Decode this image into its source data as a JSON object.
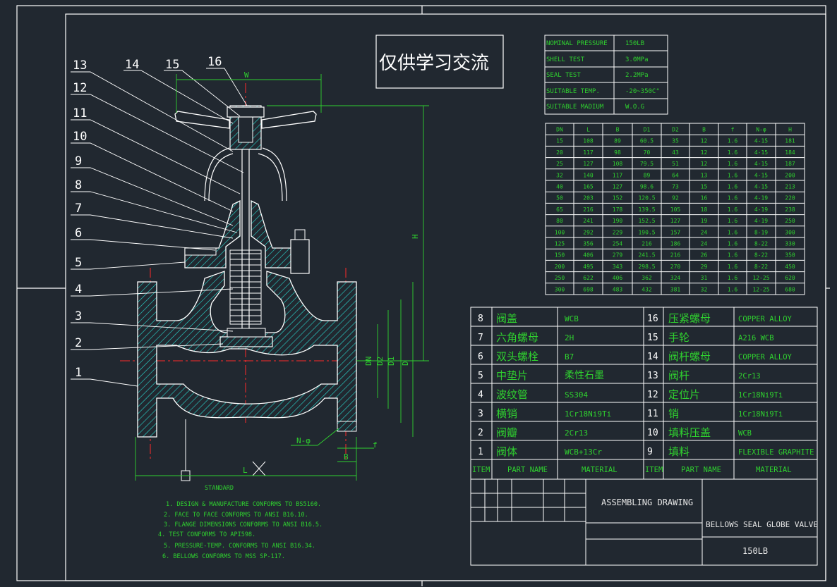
{
  "watermark": "仅供学习交流",
  "balloons": [
    "1",
    "2",
    "3",
    "4",
    "5",
    "6",
    "7",
    "8",
    "9",
    "10",
    "11",
    "12",
    "13",
    "14",
    "15",
    "16"
  ],
  "dims": {
    "W": "W",
    "H": "H",
    "L": "L",
    "B": "B",
    "f": "f",
    "D": "D",
    "D1": "D1",
    "D2": "D2",
    "DN": "DN",
    "N_phi": "N-φ"
  },
  "spec_table": [
    [
      "NOMINAL PRESSURE",
      "150LB"
    ],
    [
      "SHELL TEST",
      "3.0MPa"
    ],
    [
      "SEAL TEST",
      "2.2MPa"
    ],
    [
      "SUITABLE TEMP.",
      "-20~350C°"
    ],
    [
      "SUITABLE MADIUM",
      "W.O.G"
    ]
  ],
  "dim_table": {
    "headers": [
      "DN",
      "L",
      "B",
      "D1",
      "D2",
      "B",
      "f",
      "N-φ",
      "H"
    ],
    "rows": [
      [
        "15",
        "108",
        "89",
        "60.5",
        "35",
        "12",
        "1.6",
        "4-15",
        "181"
      ],
      [
        "20",
        "117",
        "98",
        "70",
        "43",
        "12",
        "1.6",
        "4-15",
        "184"
      ],
      [
        "25",
        "127",
        "108",
        "79.5",
        "51",
        "12",
        "1.6",
        "4-15",
        "187"
      ],
      [
        "32",
        "140",
        "117",
        "89",
        "64",
        "13",
        "1.6",
        "4-15",
        "200"
      ],
      [
        "40",
        "165",
        "127",
        "98.6",
        "73",
        "15",
        "1.6",
        "4-15",
        "213"
      ],
      [
        "50",
        "203",
        "152",
        "120.5",
        "92",
        "16",
        "1.6",
        "4-19",
        "220"
      ],
      [
        "65",
        "216",
        "178",
        "139.5",
        "105",
        "18",
        "1.6",
        "4-19",
        "238"
      ],
      [
        "80",
        "241",
        "190",
        "152.5",
        "127",
        "19",
        "1.6",
        "4-19",
        "250"
      ],
      [
        "100",
        "292",
        "229",
        "190.5",
        "157",
        "24",
        "1.6",
        "8-19",
        "300"
      ],
      [
        "125",
        "356",
        "254",
        "216",
        "186",
        "24",
        "1.6",
        "8-22",
        "330"
      ],
      [
        "150",
        "406",
        "279",
        "241.5",
        "216",
        "26",
        "1.6",
        "8-22",
        "350"
      ],
      [
        "200",
        "495",
        "343",
        "298.5",
        "270",
        "29",
        "1.6",
        "8-22",
        "450"
      ],
      [
        "250",
        "622",
        "406",
        "362",
        "324",
        "31",
        "1.6",
        "12-25",
        "620"
      ],
      [
        "300",
        "698",
        "483",
        "432",
        "381",
        "32",
        "1.6",
        "12-25",
        "680"
      ]
    ]
  },
  "parts_left": [
    {
      "item": "8",
      "name": "阀盖",
      "material": "WCB"
    },
    {
      "item": "7",
      "name": "六角螺母",
      "material": "2H"
    },
    {
      "item": "6",
      "name": "双头螺栓",
      "material": "B7"
    },
    {
      "item": "5",
      "name": "中垫片",
      "material": "柔性石墨"
    },
    {
      "item": "4",
      "name": "波纹管",
      "material": "SS304"
    },
    {
      "item": "3",
      "name": "横销",
      "material": "1Cr18Ni9Ti"
    },
    {
      "item": "2",
      "name": "阀瓣",
      "material": "2Cr13"
    },
    {
      "item": "1",
      "name": "阀体",
      "material": "WCB+13Cr"
    }
  ],
  "parts_right": [
    {
      "item": "16",
      "name": "压紧螺母",
      "material": "COPPER ALLOY"
    },
    {
      "item": "15",
      "name": "手轮",
      "material": "A216 WCB"
    },
    {
      "item": "14",
      "name": "阀杆螺母",
      "material": "COPPER ALLOY"
    },
    {
      "item": "13",
      "name": "阀杆",
      "material": "2Cr13"
    },
    {
      "item": "12",
      "name": "定位片",
      "material": "1Cr18Ni9Ti"
    },
    {
      "item": "11",
      "name": "销",
      "material": "1Cr18Ni9Ti"
    },
    {
      "item": "10",
      "name": "填料压盖",
      "material": "WCB"
    },
    {
      "item": "9",
      "name": "填料",
      "material": "FLEXIBLE GRAPHITE"
    }
  ],
  "parts_header": {
    "item": "ITEM",
    "name": "PART NAME",
    "material": "MATERIAL"
  },
  "title_block": {
    "drawing_type": "ASSEMBLING DRAWING",
    "title": "BELLOWS SEAL GLOBE VALVE",
    "class": "150LB"
  },
  "standard": {
    "title": "STANDARD",
    "lines": [
      "1. DESIGN & MANUFACTURE CONFORMS TO BS5160.",
      "2. FACE TO FACE CONFORMS TO ANSI B16.10.",
      "3. FLANGE DIMENSIONS CONFORMS TO ANSI B16.5.",
      "4. TEST CONFORMS TO API598.",
      "5. PRESSURE-TEMP. CONFORMS TO ANSI B16.34.",
      "6. BELLOWS CONFORMS TO MSS SP-117."
    ]
  },
  "colors": {
    "background": "#212830",
    "lines": "#ffffff",
    "green": "#2fd12f",
    "red": "#ff2a2a",
    "cyan": "#2ad0c8",
    "yellow": "#e8d23a",
    "magenta": "#d050d0",
    "blue": "#4a5cff"
  }
}
